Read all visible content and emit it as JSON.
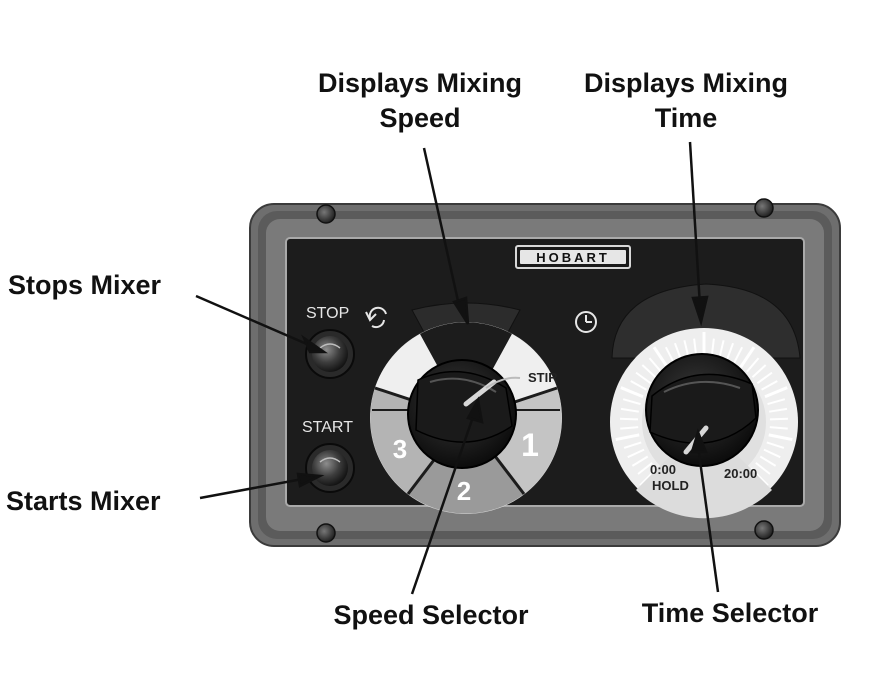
{
  "callouts": {
    "speed_display_line1": "Displays Mixing",
    "speed_display_line2": "Speed",
    "time_display_line1": "Displays Mixing",
    "time_display_line2": "Time",
    "stops_mixer": "Stops Mixer",
    "starts_mixer": "Starts Mixer",
    "speed_selector": "Speed Selector",
    "time_selector": "Time Selector"
  },
  "panel": {
    "brand": "HOBART",
    "stop_label": "STOP",
    "start_label": "START",
    "speed_positions": [
      "STIR",
      "1",
      "2",
      "3"
    ],
    "timer_start_label": "0:00",
    "timer_hold_label": "HOLD",
    "timer_end_label": "20:00"
  },
  "icons": {
    "stop_symbol": "rotation-arrow-icon",
    "timer_symbol": "clock-icon"
  }
}
